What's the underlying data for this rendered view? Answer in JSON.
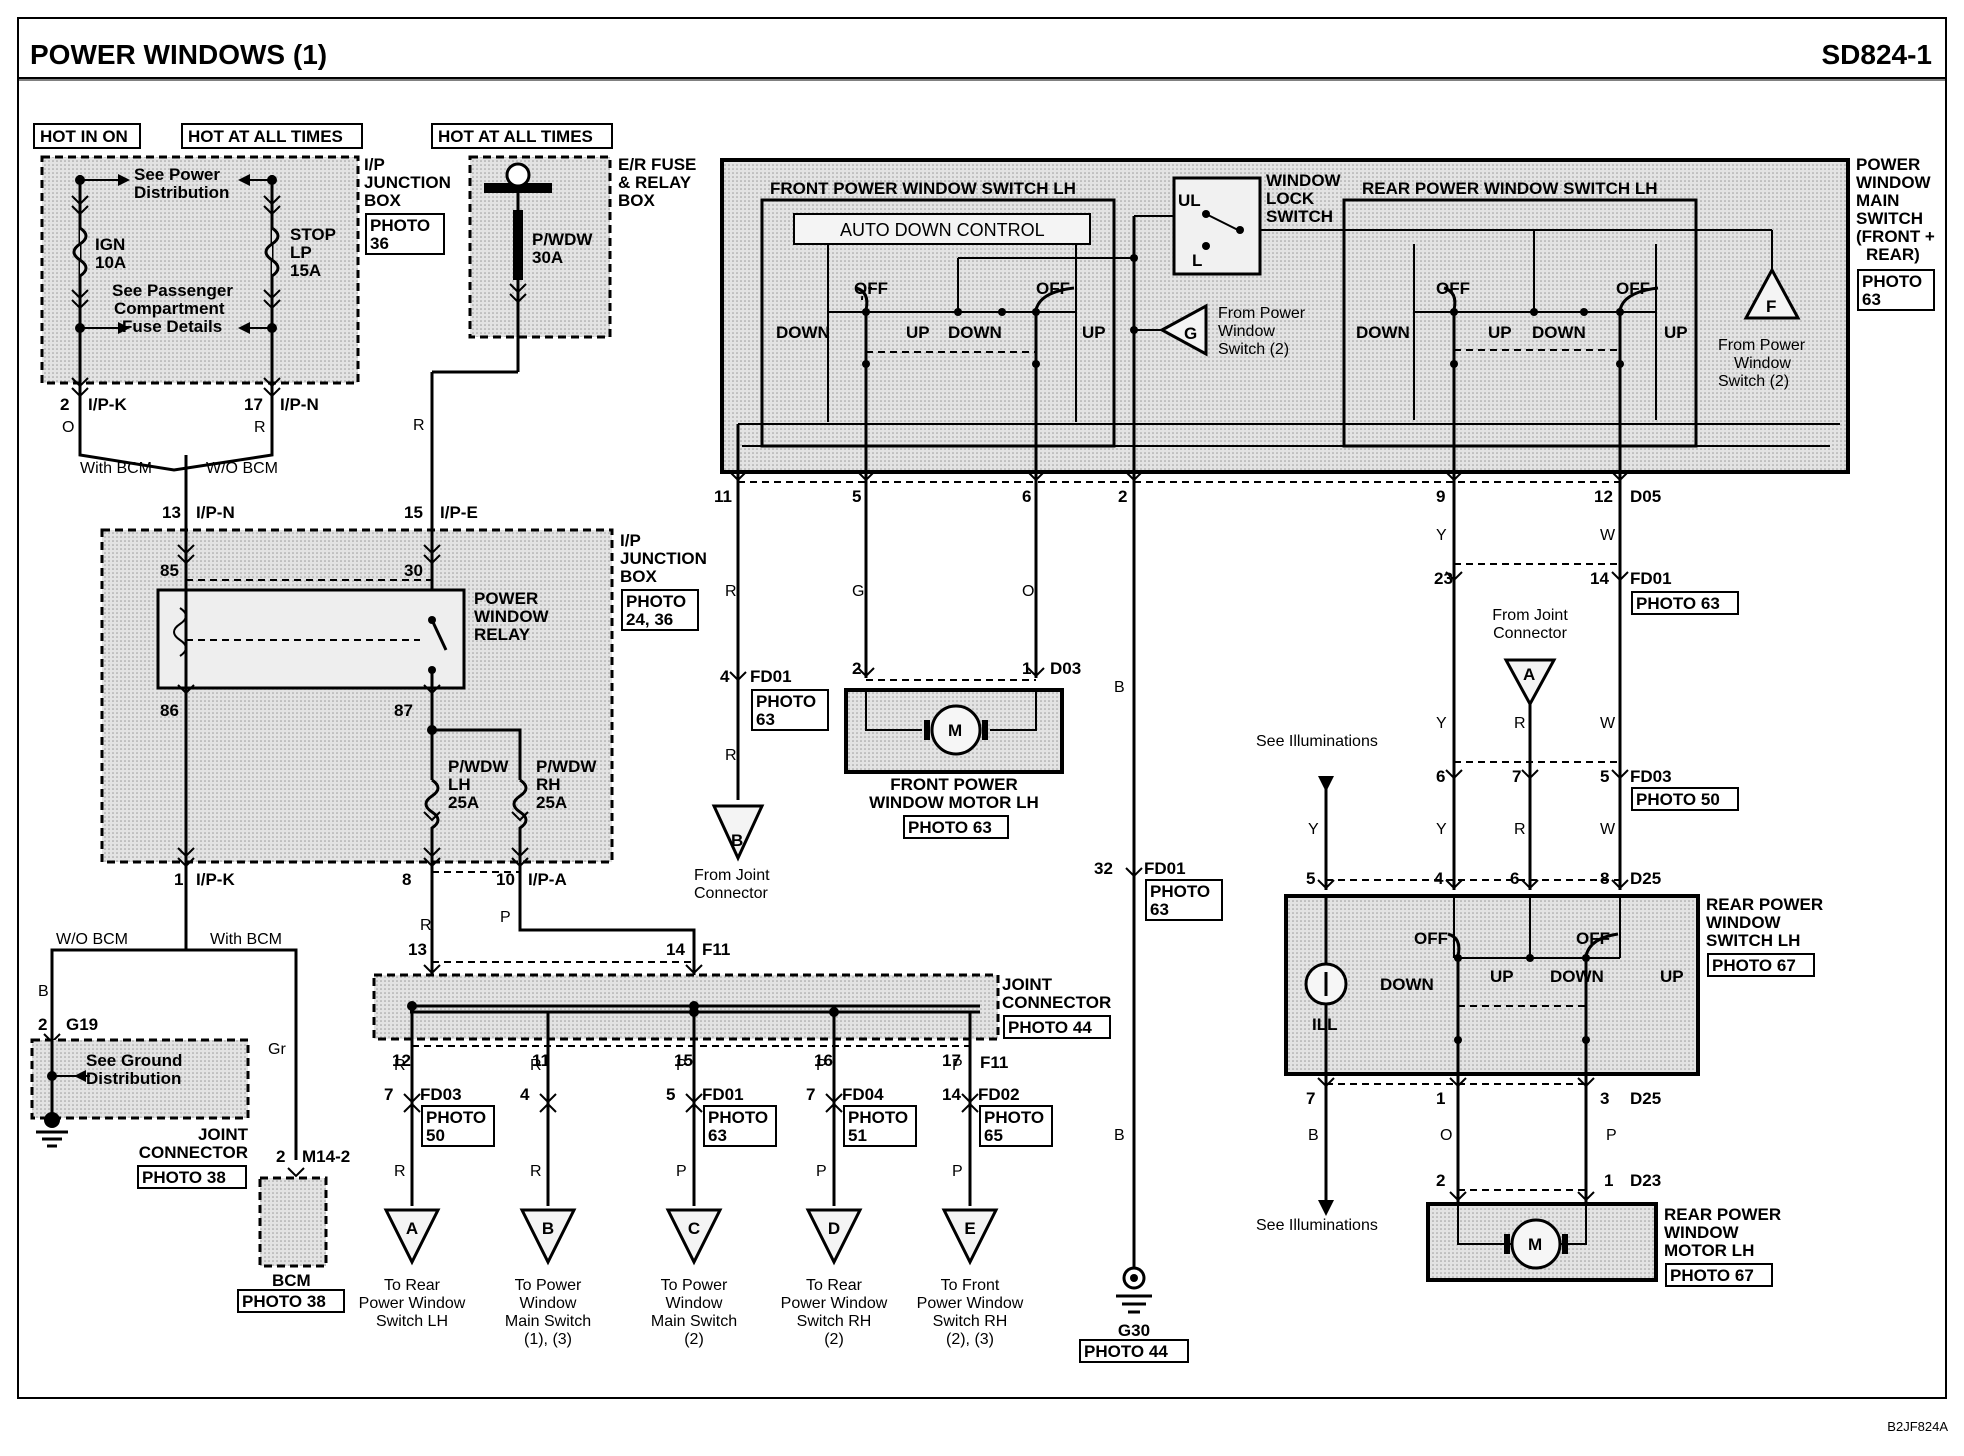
{
  "header": {
    "title": "POWER WINDOWS (1)",
    "code": "SD824-1",
    "footer_code": "B2JF824A"
  },
  "power": {
    "hot_in_on": "HOT IN ON",
    "hot_at_all_times_1": "HOT AT ALL TIMES",
    "hot_at_all_times_2": "HOT AT ALL TIMES",
    "ign_fuse": [
      "IGN",
      "10A"
    ],
    "stop_fuse": [
      "STOP",
      "LP",
      "15A"
    ],
    "see_power": [
      "See Power",
      "Distribution"
    ],
    "see_passenger": [
      "See Passenger",
      "Compartment",
      "Fuse Details"
    ],
    "ip_junction_box": [
      "I/P",
      "JUNCTION",
      "BOX"
    ],
    "ip_photo": [
      "PHOTO",
      "36"
    ],
    "pwdw_fuse": [
      "P/WDW",
      "30A"
    ],
    "er_fuse_box": [
      "E/R FUSE",
      "& RELAY",
      "BOX"
    ]
  },
  "relay": {
    "name": [
      "POWER",
      "WINDOW",
      "RELAY"
    ],
    "junction_box": [
      "I/P",
      "JUNCTION",
      "BOX"
    ],
    "photo": [
      "PHOTO",
      "24, 36"
    ],
    "fuse_lh": [
      "P/WDW",
      "LH",
      "25A"
    ],
    "fuse_rh": [
      "P/WDW",
      "RH",
      "25A"
    ],
    "pins": {
      "p85": "85",
      "p30": "30",
      "p86": "86",
      "p87": "87"
    }
  },
  "left_connectors": {
    "c2": "2",
    "ipk": "I/P-K",
    "c17": "17",
    "ipn": "I/P-N",
    "wO": "O",
    "wR": "R",
    "with_bcm": "With BCM",
    "wo_bcm": "W/O BCM",
    "c13": "13",
    "ipn2": "I/P-N",
    "c15": "15",
    "ipe": "I/P-E",
    "wR2": "R",
    "c1": "1",
    "ipk2": "I/P-K",
    "c8": "8",
    "c10": "10",
    "ipa": "I/P-A",
    "wP": "P",
    "wo_bcm2": "W/O BCM",
    "with_bcm2": "With BCM",
    "wB": "B",
    "c2b": "2",
    "g19": "G19",
    "see_ground": [
      "See Ground",
      "Distribution"
    ],
    "joint_connector": [
      "JOINT",
      "CONNECTOR"
    ],
    "photo38a": "PHOTO 38",
    "wGr": "Gr",
    "c2c": "2",
    "m14": "M14-2",
    "bcm": "BCM",
    "photo38b": "PHOTO 38"
  },
  "joint": {
    "label": [
      "JOINT",
      "CONNECTOR"
    ],
    "photo": "PHOTO 44",
    "c13": "13",
    "c14": "14",
    "f11": "F11",
    "c12": "12",
    "c11": "11",
    "c15": "15",
    "c16": "16",
    "c17": "17",
    "f11b": "F11",
    "wR": "R",
    "wP": "P",
    "outs": [
      {
        "pin": "7",
        "conn": "FD03",
        "photo": [
          "PHOTO",
          "50"
        ],
        "wire": "R",
        "tri": "A",
        "text": [
          "To Rear",
          "Power Window",
          "Switch LH"
        ]
      },
      {
        "pin": "4",
        "conn": "",
        "photo": [],
        "wire": "R",
        "tri": "B",
        "text": [
          "To Power",
          "Window",
          "Main Switch",
          "(1), (3)"
        ]
      },
      {
        "pin": "5",
        "conn": "FD01",
        "photo": [
          "PHOTO",
          "63"
        ],
        "wire": "P",
        "tri": "C",
        "text": [
          "To Power",
          "Window",
          "Main Switch",
          "(2)"
        ]
      },
      {
        "pin": "7",
        "conn": "FD04",
        "photo": [
          "PHOTO",
          "51"
        ],
        "wire": "P",
        "tri": "D",
        "text": [
          "To Rear",
          "Power Window",
          "Switch RH",
          "(2)"
        ]
      },
      {
        "pin": "14",
        "conn": "FD02",
        "photo": [
          "PHOTO",
          "65"
        ],
        "wire": "P",
        "tri": "E",
        "text": [
          "To Front",
          "Power Window",
          "Switch RH",
          "(2), (3)"
        ]
      }
    ]
  },
  "main_switch": {
    "label": [
      "POWER",
      "WINDOW",
      "MAIN",
      "SWITCH",
      "(FRONT +",
      "REAR)"
    ],
    "photo": [
      "PHOTO",
      "63"
    ],
    "front_lh": "FRONT POWER WINDOW SWITCH LH",
    "auto_down": "AUTO DOWN CONTROL",
    "rear_lh": "REAR POWER WINDOW SWITCH LH",
    "window_lock": [
      "WINDOW",
      "LOCK",
      "SWITCH"
    ],
    "ul": "UL",
    "l": "L",
    "off": "OFF",
    "up": "UP",
    "down": "DOWN",
    "from_g": [
      "From Power",
      "Window",
      "Switch (2)"
    ],
    "tri_g": "G",
    "from_f": [
      "From Power",
      "Window",
      "Switch (2)"
    ],
    "tri_f": "F",
    "pins": {
      "p11": "11",
      "p5": "5",
      "p6": "6",
      "p2": "2",
      "p9": "9",
      "p12": "12",
      "d05": "D05"
    }
  },
  "front_motor": {
    "label": [
      "FRONT POWER",
      "WINDOW MOTOR LH"
    ],
    "photo": "PHOTO 63",
    "m": "M",
    "p2": "2",
    "p1": "1",
    "d03": "D03",
    "wG": "G",
    "wO": "O",
    "c4": "4",
    "fd01": "FD01",
    "photo_fd01": [
      "PHOTO",
      "63"
    ],
    "wR": "R",
    "wR2": "R",
    "tri": "B",
    "from_joint": [
      "From Joint",
      "Connector"
    ]
  },
  "ground": {
    "wB": "B",
    "wB2": "B",
    "wB3": "B",
    "c32": "32",
    "fd01": "FD01",
    "photo_fd01": [
      "PHOTO",
      "63"
    ],
    "g30": "G30",
    "photo": "PHOTO 44"
  },
  "rear": {
    "c23": "23",
    "c14": "14",
    "fd01": "FD01",
    "photo_fd01": "PHOTO 63",
    "wY": "Y",
    "wW": "W",
    "from_joint": [
      "From Joint",
      "Connector"
    ],
    "tri": "A",
    "see_ill": "See Illuminations",
    "see_ill2": "See Illuminations",
    "c6": "6",
    "c7": "7",
    "c5": "5",
    "fd03": "FD03",
    "photo_fd03": "PHOTO 50",
    "wY2": "Y",
    "wR": "R",
    "wW2": "W",
    "wY3": "Y",
    "wY4": "Y",
    "wR2": "R",
    "wW3": "W",
    "p5": "5",
    "p4": "4",
    "p6": "6",
    "p8": "8",
    "d25": "D25",
    "switch_label": [
      "REAR POWER",
      "WINDOW",
      "SWITCH LH"
    ],
    "switch_photo": "PHOTO 67",
    "ill": "ILL",
    "off": "OFF",
    "up": "UP",
    "down": "DOWN",
    "p7": "7",
    "p1": "1",
    "p3": "3",
    "d25b": "D25",
    "wB": "B",
    "wO": "O",
    "wP": "P",
    "m2": "2",
    "m1": "1",
    "d23": "D23",
    "m": "M",
    "motor_label": [
      "REAR POWER",
      "WINDOW",
      "MOTOR LH"
    ],
    "motor_photo": "PHOTO 67"
  }
}
